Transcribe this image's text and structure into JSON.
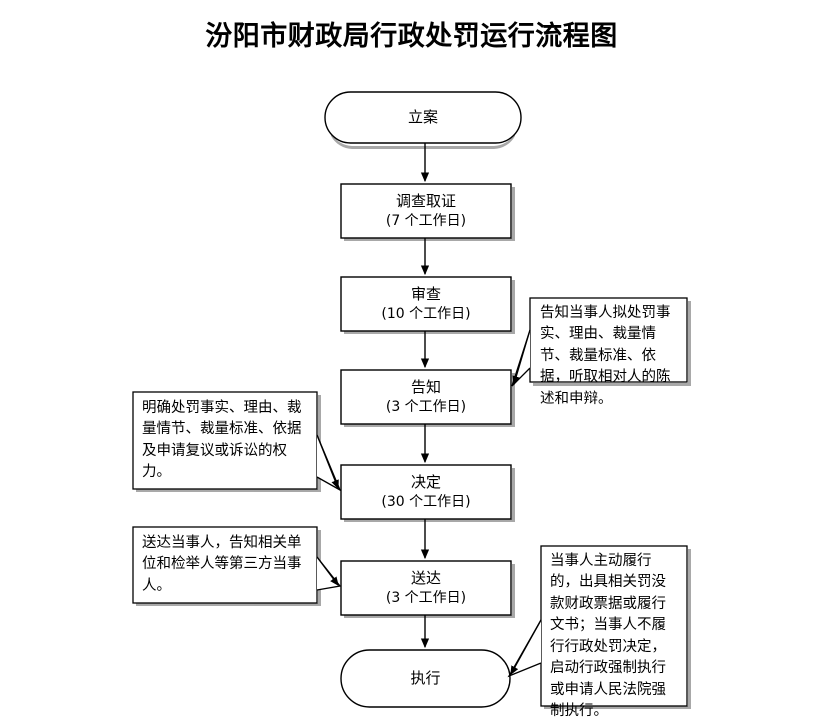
{
  "page": {
    "title": "汾阳市财政局行政处罚运行流程图",
    "background_color": "#ffffff",
    "line_color": "#000000",
    "shadow_color": "#808080"
  },
  "flow": {
    "nodes": [
      {
        "id": "liAn",
        "shape": "stadium",
        "label": "立案",
        "duration": ""
      },
      {
        "id": "diaoChaQuZheng",
        "shape": "rect",
        "label": "调查取证",
        "duration": "(7 个工作日)"
      },
      {
        "id": "shenCha",
        "shape": "rect",
        "label": "审查",
        "duration": "(10 个工作日)"
      },
      {
        "id": "gaoZhi",
        "shape": "rect",
        "label": "告知",
        "duration": "(3 个工作日)"
      },
      {
        "id": "jueDing",
        "shape": "rect",
        "label": "决定",
        "duration": "(30 个工作日)"
      },
      {
        "id": "songDa",
        "shape": "rect",
        "label": "送达",
        "duration": "(3 个工作日)"
      },
      {
        "id": "zhiXing",
        "shape": "stadium",
        "label": "执行",
        "duration": ""
      }
    ],
    "connectors": [
      {
        "from": "liAn",
        "to": "diaoChaQuZheng"
      },
      {
        "from": "diaoChaQuZheng",
        "to": "shenCha"
      },
      {
        "from": "shenCha",
        "to": "gaoZhi"
      },
      {
        "from": "gaoZhi",
        "to": "jueDing"
      },
      {
        "from": "jueDing",
        "to": "songDa"
      },
      {
        "from": "songDa",
        "to": "zhiXing"
      }
    ],
    "notes": [
      {
        "id": "note-gaozhi",
        "side": "right",
        "target": "gaoZhi",
        "text": "告知当事人拟处罚事实、理由、裁量情节、裁量标准、依据，听取相对人的陈述和申辩。"
      },
      {
        "id": "note-jueding",
        "side": "left",
        "target": "jueDing",
        "text": "明确处罚事实、理由、裁量情节、裁量标准、依据及申请复议或诉讼的权力。"
      },
      {
        "id": "note-songda",
        "side": "left",
        "target": "songDa",
        "text": "送达当事人，告知相关单位和检举人等第三方当事人。"
      },
      {
        "id": "note-zhixing",
        "side": "right",
        "target": "zhiXing",
        "text": "当事人主动履行的，出具相关罚没款财政票据或履行文书；当事人不履行行政处罚决定，启动行政强制执行或申请人民法院强制执行。"
      }
    ]
  }
}
